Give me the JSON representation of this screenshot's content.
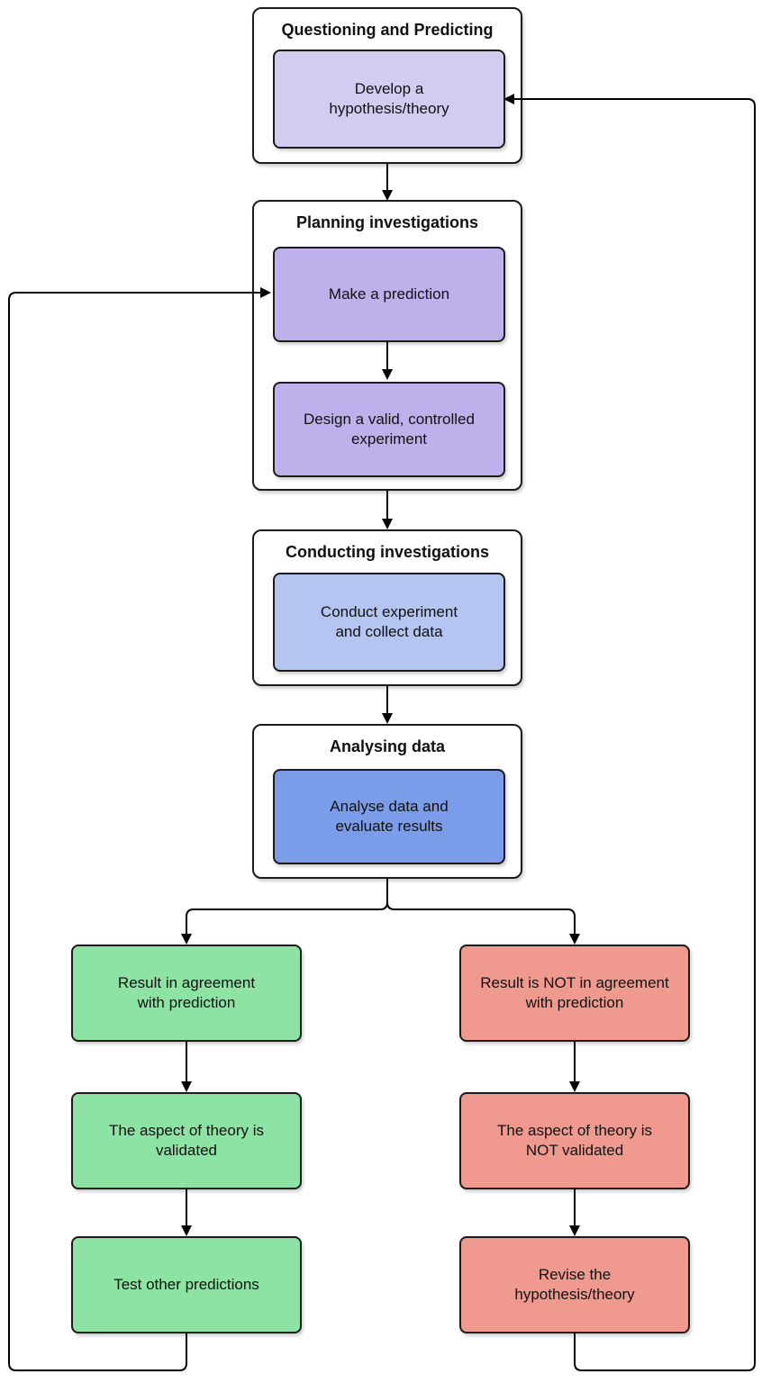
{
  "colors": {
    "questioning_box": "#d4ccf0",
    "planning_box": "#bfb0ec",
    "conducting_box": "#b3c5f0",
    "analysing_box": "#7b9ce8",
    "positive_box": "#8de3a3",
    "negative_box": "#f0998f",
    "stage_border": "#1b1b1b",
    "connector": "#000000"
  },
  "stages": [
    {
      "title": "Questioning and Predicting",
      "nodes": [
        "Develop a\nhypothesis/theory"
      ]
    },
    {
      "title": "Planning investigations",
      "nodes": [
        "Make a prediction",
        "Design a valid, controlled\nexperiment"
      ]
    },
    {
      "title": "Conducting investigations",
      "nodes": [
        "Conduct experiment\nand collect data"
      ]
    },
    {
      "title": "Analysing data",
      "nodes": [
        "Analyse data and\nevaluate results"
      ]
    }
  ],
  "branches": {
    "positive": [
      "Result in agreement\nwith prediction",
      "The aspect of theory is\nvalidated",
      "Test other predictions"
    ],
    "negative": [
      "Result is NOT in agreement\nwith prediction",
      "The aspect of theory is\nNOT validated",
      "Revise the\nhypothesis/theory"
    ]
  }
}
